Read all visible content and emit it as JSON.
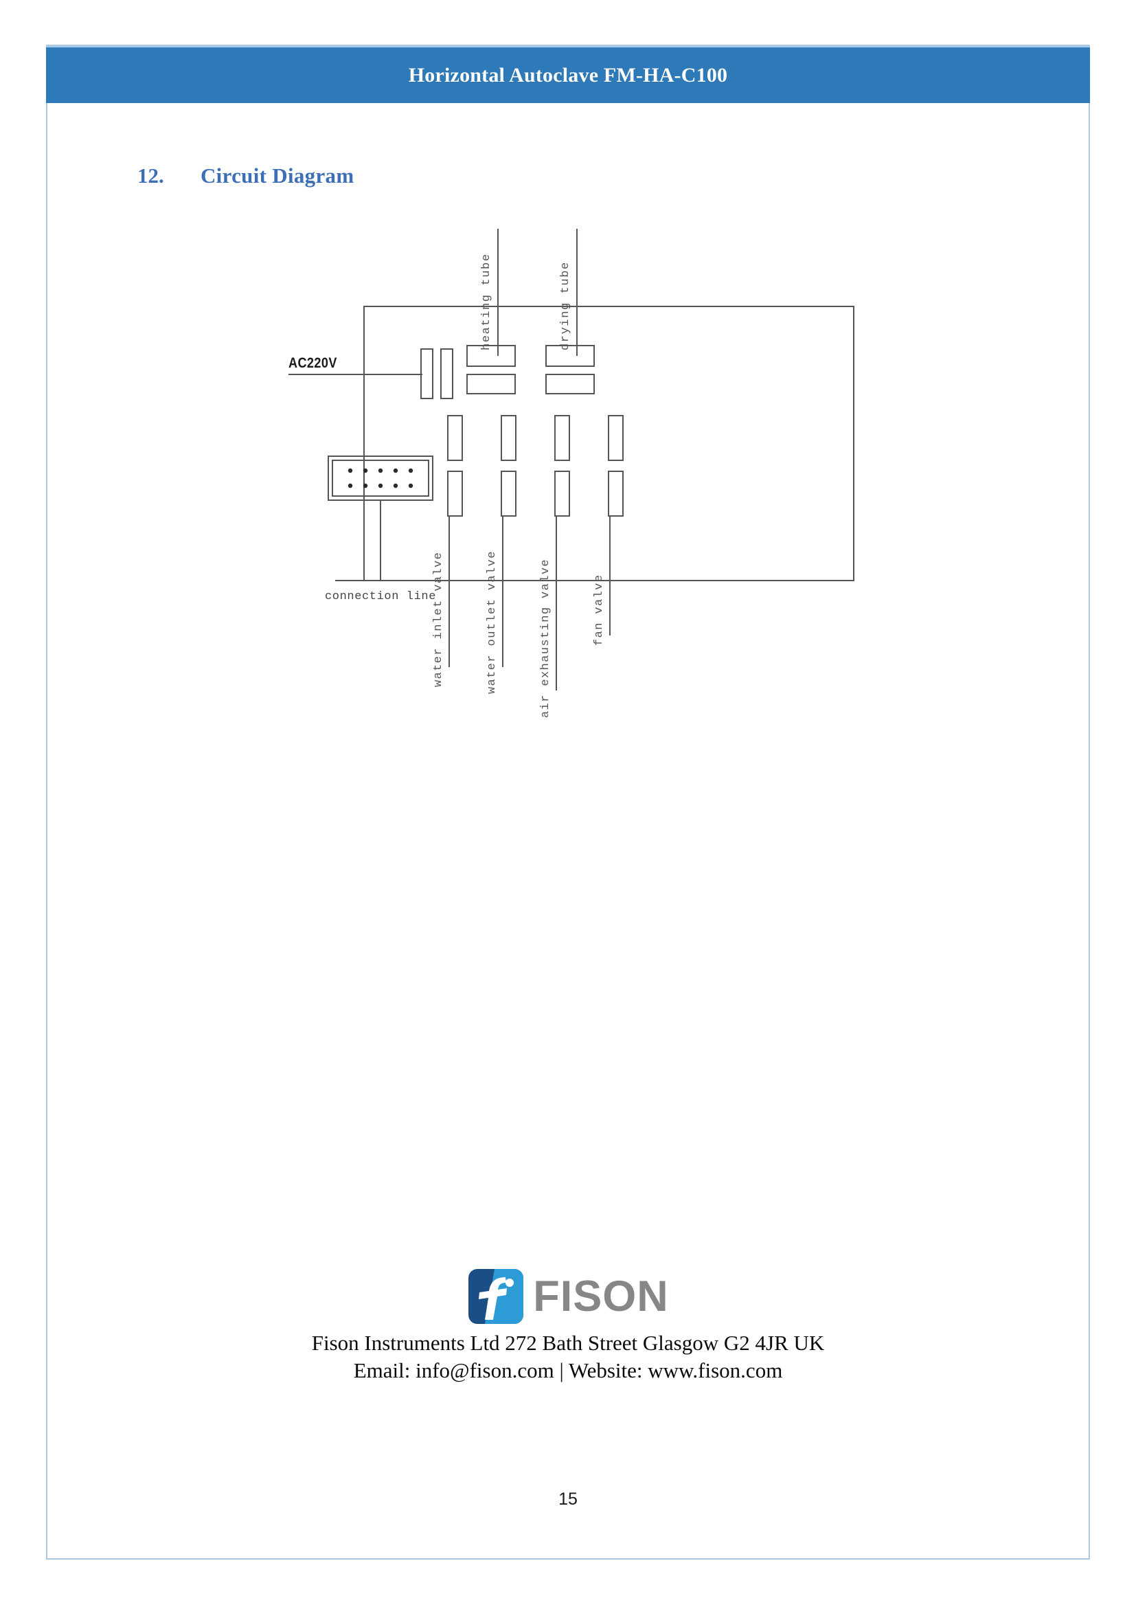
{
  "header": {
    "title": "Horizontal Autoclave FM-HA-C100",
    "banner_color": "#2e7ab9",
    "banner_edge_color": "#a9c9e8"
  },
  "section": {
    "number": "12.",
    "title": "Circuit Diagram",
    "color": "#3c6fb5"
  },
  "diagram": {
    "title": "Circuit Diagram",
    "line_color": "#555555",
    "power_label": "AC220V",
    "connector_label": "connection line",
    "connector_pin_rows": 2,
    "connector_pins_per_row": 5,
    "top_loads": [
      {
        "label": "heating tube"
      },
      {
        "label": "drying tube"
      }
    ],
    "bottom_loads": [
      {
        "label": "water inlet valve"
      },
      {
        "label": "water outlet valve"
      },
      {
        "label": "air exhausting valve"
      },
      {
        "label": "fan valve"
      }
    ]
  },
  "footer": {
    "logo_word": "FISON",
    "logo_dark_color": "#1c4e86",
    "logo_light_color": "#2c9bd6",
    "logo_word_color": "#878787",
    "address_line": "Fison Instruments Ltd 272 Bath Street Glasgow G2 4JR UK",
    "contact_line": "Email: info@fison.com | Website: www.fison.com"
  },
  "page_number": "15"
}
